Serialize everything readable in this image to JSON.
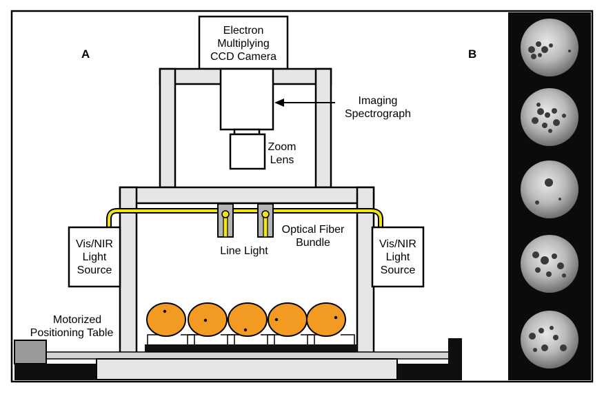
{
  "panel_a": {
    "label": "A",
    "camera": [
      "Electron",
      "Multiplying",
      "CCD Camera"
    ],
    "spectrograph": [
      "Imaging",
      "Spectrograph"
    ],
    "zoom_lens": [
      "Zoom",
      "Lens"
    ],
    "line_light": "Line Light",
    "optical_fiber": [
      "Optical Fiber",
      "Bundle"
    ],
    "light_source_left": [
      "Vis/NIR",
      "Light",
      "Source"
    ],
    "light_source_right": [
      "Vis/NIR",
      "Light",
      "Source"
    ],
    "positioning_table": [
      "Motorized",
      "Positioning Table"
    ]
  },
  "panel_b": {
    "label": "B"
  },
  "colors": {
    "fruit": "#f39a22",
    "fiber": "#f2e21a",
    "frame": "#e6e6e6",
    "photo_bg": "#0b0b0b"
  }
}
